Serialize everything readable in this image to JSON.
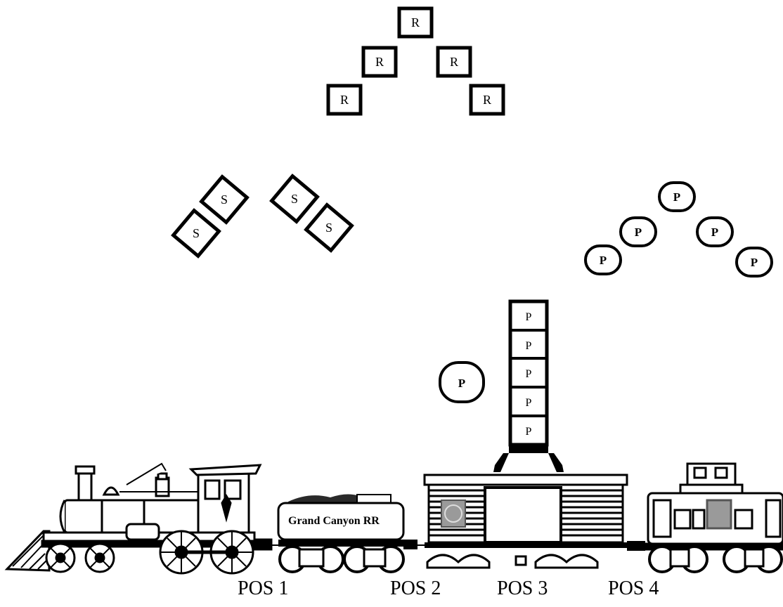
{
  "shapes": {
    "r_square": "R",
    "s_diamond": "S",
    "p_circle": "P",
    "p_block": "P"
  },
  "tender": {
    "label": "Grand Canyon RR"
  },
  "positions": [
    "POS 1",
    "POS 2",
    "POS 3",
    "POS 4"
  ],
  "colors": {
    "ink": "#000000",
    "paper": "#ffffff",
    "smoke": "#2a2a2a",
    "logo": "#9a9a9a"
  }
}
